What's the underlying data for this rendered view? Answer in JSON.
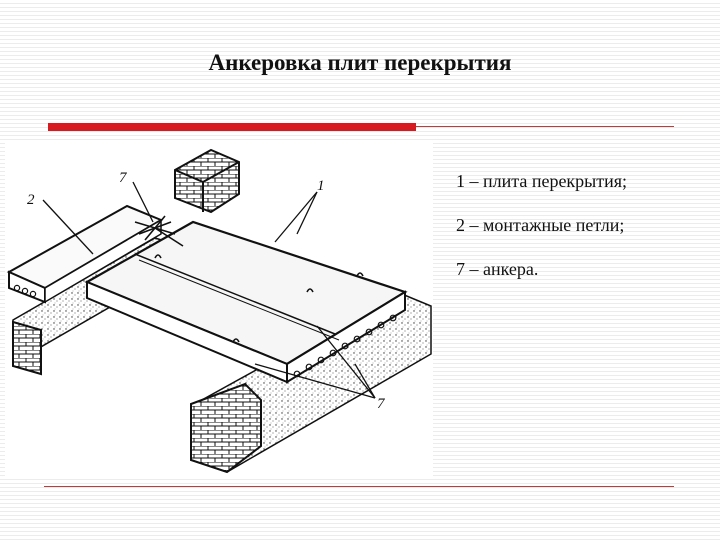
{
  "title": "Анкеровка плит перекрытия",
  "legend": [
    "1 – плита перекрытия;",
    "2 – монтажные петли;",
    "7 – анкера."
  ],
  "figure": {
    "callouts": {
      "slab": "1",
      "loops": "2",
      "anchor_top": "7",
      "anchor_bottom": "7"
    }
  }
}
